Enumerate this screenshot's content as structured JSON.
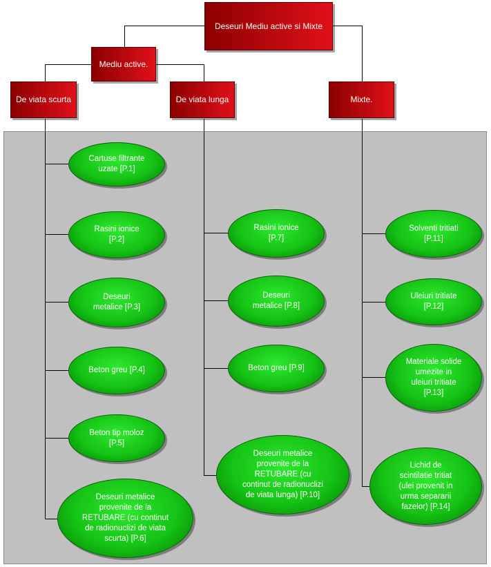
{
  "colors": {
    "box_dark": "#8b0000",
    "box_light": "#e0101a",
    "oval_dark": "#007a00",
    "oval_light": "#2ee82e",
    "panel": "#c0c0c0",
    "connector": "#000000"
  },
  "root": {
    "label": "Deseuri Mediu active si Mixte"
  },
  "mediu_active": {
    "label": "Mediu active."
  },
  "groups": {
    "viata_scurta": {
      "label": "De viata scurta"
    },
    "viata_lunga": {
      "label": "De viata lunga"
    },
    "mixte": {
      "label": "Mixte."
    }
  },
  "items": {
    "viata_scurta": [
      {
        "label": "Cartuse filtrante\nuzate [P.1]"
      },
      {
        "label": "Rasini ionice\n[P.2]"
      },
      {
        "label": "Deseuri\nmetalice [P.3]"
      },
      {
        "label": "Beton greu [P.4]"
      },
      {
        "label": "Beton tip moloz\n[P.5]"
      },
      {
        "label": "Deseuri metalice\nprovenite de la\nRETUBARE (cu continut\nde radionuclizi de viata\nscurta) [P.6]"
      }
    ],
    "viata_lunga": [
      {
        "label": "Rasini ionice\n[P.7]"
      },
      {
        "label": "Deseuri\nmetalice [P.8]"
      },
      {
        "label": "Beton greu [P.9]"
      },
      {
        "label": "Deseuri metalice\nprovenite de la\nRETUBARE (cu\ncontinut de radionuclizi\nde viata lunga) [P.10]"
      }
    ],
    "mixte": [
      {
        "label": "Solventi tritiati\n[P.11]"
      },
      {
        "label": "Uleiuri tritiate\n[P.12]"
      },
      {
        "label": "Materiale solide\numezite in\nuleiuri tritiate\n[P.13]"
      },
      {
        "label": "Lichid de\nscintilatie tritiat\n(ulei provenit in\nurma separarii\nfazelor) [P.14]"
      }
    ]
  }
}
